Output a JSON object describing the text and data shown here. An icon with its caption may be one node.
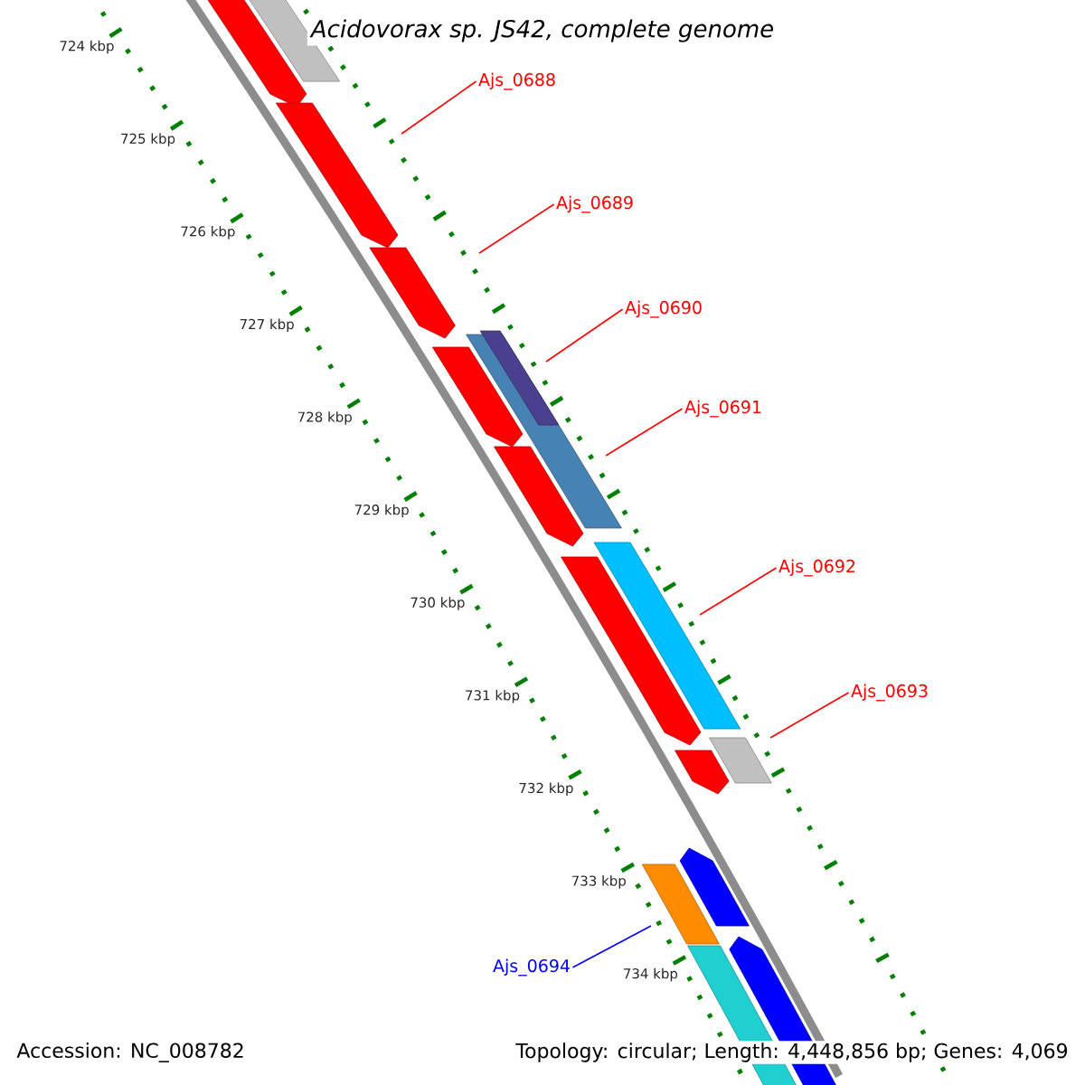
{
  "diagram": {
    "title": "Acidovorax sp. JS42, complete genome",
    "nodes": [
      {
        "text": [
          "Ajs_0688"
        ]
      },
      {
        "text": [
          "Ajs_0689"
        ]
      },
      {
        "text": [
          "Ajs_0690"
        ]
      },
      {
        "text": [
          "Ajs_0691"
        ]
      },
      {
        "text": [
          "Ajs_0692"
        ]
      },
      {
        "text": [
          "Ajs_0693"
        ]
      },
      {
        "text": [
          "Ajs_0694"
        ]
      }
    ],
    "edges": [
      {
        "from": 0,
        "to": null,
        "arrow": "none"
      },
      {
        "from": 1,
        "to": null,
        "arrow": "none"
      },
      {
        "from": 2,
        "to": null,
        "arrow": "none"
      },
      {
        "from": 3,
        "to": null,
        "arrow": "none"
      },
      {
        "from": 4,
        "to": null,
        "arrow": "none"
      },
      {
        "from": 5,
        "to": null,
        "arrow": "none"
      },
      {
        "from": 6,
        "to": null,
        "arrow": "none",
        "color": "#0000ff"
      }
    ],
    "labels": [
      "724 kbp",
      "725 kbp",
      "726 kbp",
      "727 kbp",
      "728 kbp",
      "729 kbp",
      "730 kbp",
      "731 kbp",
      "732 kbp",
      "733 kbp",
      "734 kbp",
      "Accession: NC_008782",
      "Topology: circular; Length: 4,448,856 bp; Genes: 4,069"
    ]
  }
}
